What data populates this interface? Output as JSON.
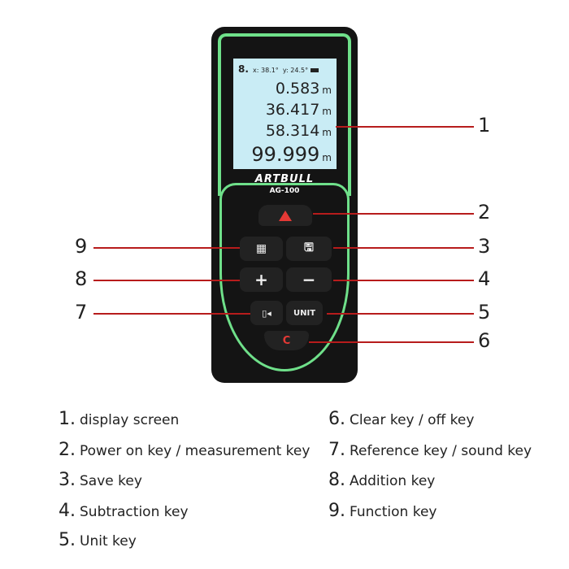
{
  "device": {
    "brand": "ARTBULL",
    "model": "AG-100",
    "screen": {
      "indicator": "8.",
      "tilt_x": "x: 38.1°",
      "tilt_y": "y: 24.5°",
      "rows": [
        {
          "value": "0.583",
          "unit": "m"
        },
        {
          "value": "36.417",
          "unit": "m"
        },
        {
          "value": "58.314",
          "unit": "m"
        },
        {
          "value": "99.999",
          "unit": "m"
        }
      ]
    },
    "keys": {
      "plus": "+",
      "minus": "−",
      "unit": "UNIT",
      "clear": "C"
    }
  },
  "callouts": [
    "1",
    "2",
    "3",
    "4",
    "5",
    "6",
    "7",
    "8",
    "9"
  ],
  "legend": [
    {
      "n": "1.",
      "text": "display screen"
    },
    {
      "n": "2.",
      "text": "Power on key / measurement key"
    },
    {
      "n": "3.",
      "text": "Save key"
    },
    {
      "n": "4.",
      "text": "Subtraction key"
    },
    {
      "n": "5.",
      "text": "Unit key"
    },
    {
      "n": "6.",
      "text": "Clear key / off key"
    },
    {
      "n": "7.",
      "text": "Reference key / sound key"
    },
    {
      "n": "8.",
      "text": "Addition key"
    },
    {
      "n": "9.",
      "text": "Function key"
    }
  ],
  "colors": {
    "accent": "#6fe08a",
    "callout_line": "#b71c1c",
    "laser": "#e53935"
  }
}
